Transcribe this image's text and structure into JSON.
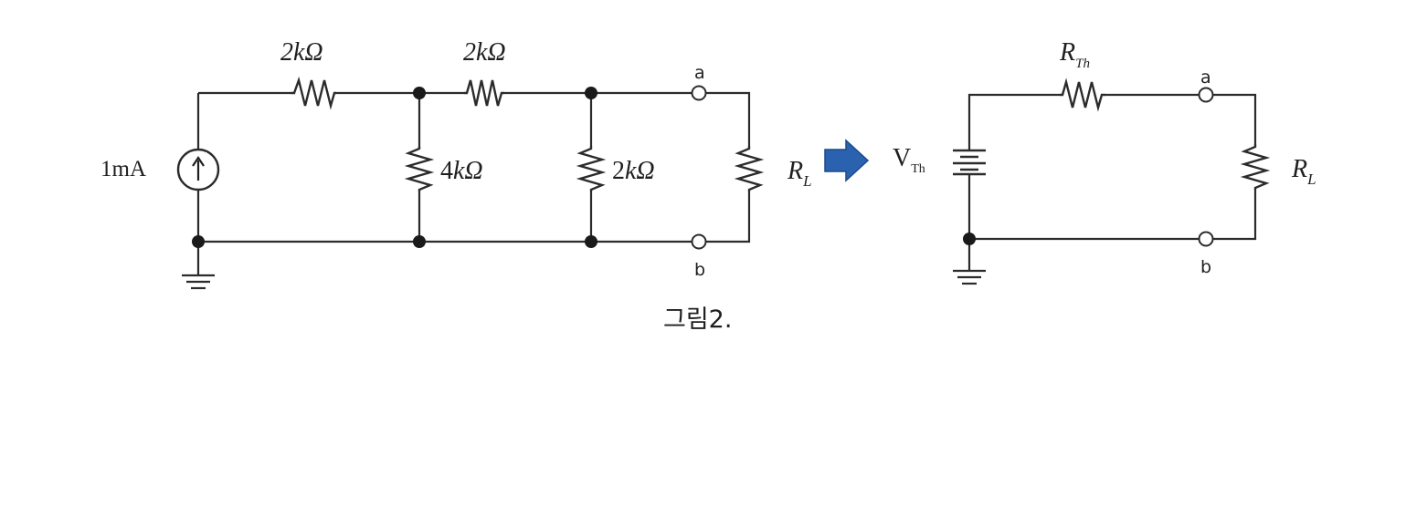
{
  "left_circuit": {
    "source_label": "1mA",
    "r_top_left": {
      "value": "2",
      "unit": "kΩ"
    },
    "r_top_mid": {
      "value": "2",
      "unit": "kΩ"
    },
    "r_mid_shunt": {
      "value": "4",
      "unit": "kΩ"
    },
    "r_right_shunt": {
      "value": "2",
      "unit": "kΩ"
    },
    "load": {
      "main": "R",
      "sub": "L"
    },
    "terminal_a": "a",
    "terminal_b": "b"
  },
  "arrow_color": "#2a62b0",
  "caption": "그림2.",
  "right_circuit": {
    "source": {
      "main": "V",
      "sub": "Th"
    },
    "r_th": {
      "main": "R",
      "sub": "Th"
    },
    "load": {
      "main": "R",
      "sub": "L"
    },
    "terminal_a": "a",
    "terminal_b": "b"
  }
}
